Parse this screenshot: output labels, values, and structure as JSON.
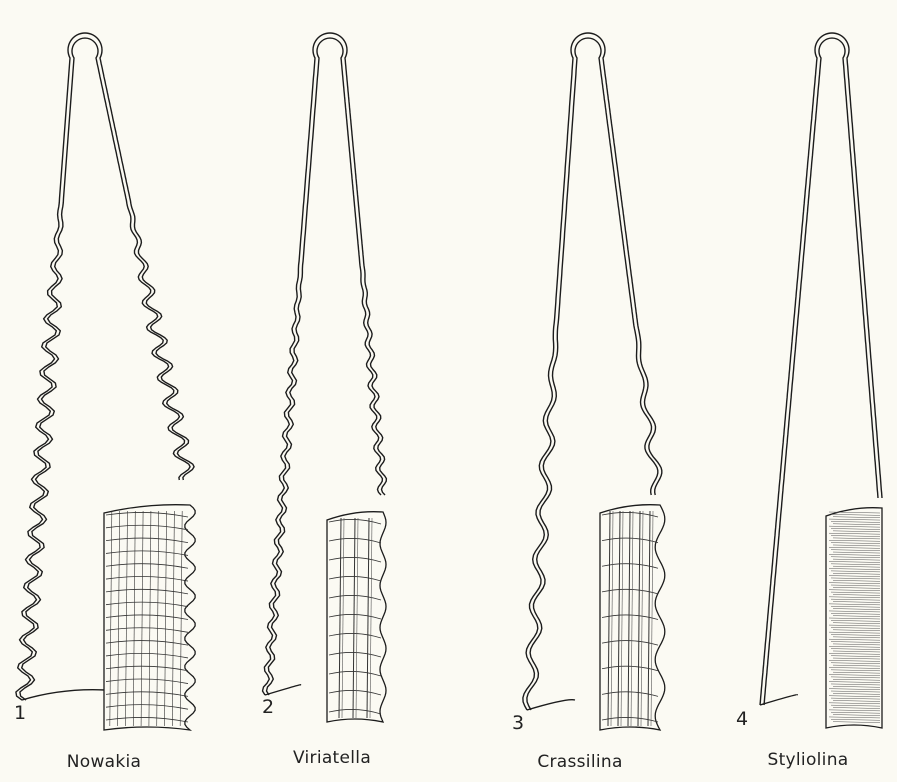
{
  "figures": [
    {
      "number": "1",
      "name": "Nowakia"
    },
    {
      "number": "2",
      "name": "Viriatella"
    },
    {
      "number": "3",
      "name": "Crassilina"
    },
    {
      "number": "4",
      "name": "Styliolina"
    }
  ]
}
